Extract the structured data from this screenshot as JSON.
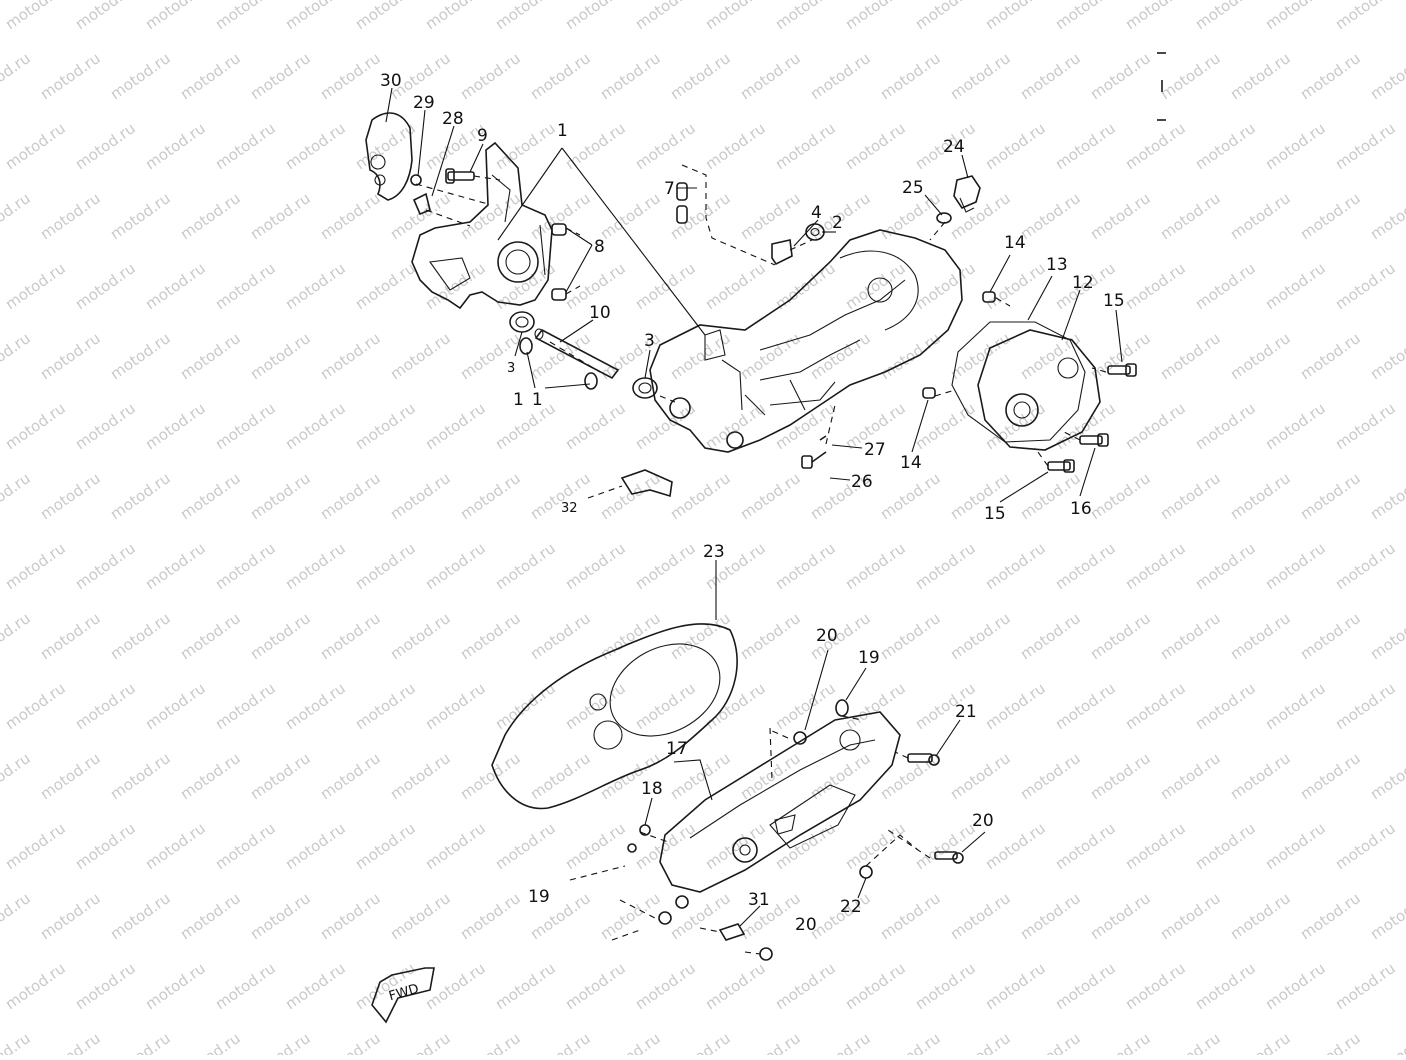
{
  "watermark_text": "motod.ru",
  "fwd_label": "FWD",
  "callouts": [
    {
      "id": "c30",
      "text": "30"
    },
    {
      "id": "c29",
      "text": "29"
    },
    {
      "id": "c28",
      "text": "28"
    },
    {
      "id": "c9",
      "text": "9"
    },
    {
      "id": "c1",
      "text": "1"
    },
    {
      "id": "c7",
      "text": "7"
    },
    {
      "id": "c4",
      "text": "4"
    },
    {
      "id": "c2",
      "text": "2"
    },
    {
      "id": "c24",
      "text": "24"
    },
    {
      "id": "c25",
      "text": "25"
    },
    {
      "id": "c8",
      "text": "8"
    },
    {
      "id": "c10",
      "text": "10"
    },
    {
      "id": "c3a",
      "text": "3"
    },
    {
      "id": "c3b",
      "text": "3"
    },
    {
      "id": "c11",
      "text": "11"
    },
    {
      "id": "c14a",
      "text": "14"
    },
    {
      "id": "c13",
      "text": "13"
    },
    {
      "id": "c12",
      "text": "12"
    },
    {
      "id": "c15a",
      "text": "15"
    },
    {
      "id": "c14b",
      "text": "14"
    },
    {
      "id": "c27",
      "text": "27"
    },
    {
      "id": "c26",
      "text": "26"
    },
    {
      "id": "c32",
      "text": "32"
    },
    {
      "id": "c15b",
      "text": "15"
    },
    {
      "id": "c16",
      "text": "16"
    },
    {
      "id": "c23",
      "text": "23"
    },
    {
      "id": "c20a",
      "text": "20"
    },
    {
      "id": "c19a",
      "text": "19"
    },
    {
      "id": "c21",
      "text": "21"
    },
    {
      "id": "c17",
      "text": "17"
    },
    {
      "id": "c18",
      "text": "18"
    },
    {
      "id": "c20b",
      "text": "20"
    },
    {
      "id": "c19b",
      "text": "19"
    },
    {
      "id": "c22",
      "text": "22"
    },
    {
      "id": "c31",
      "text": "31"
    },
    {
      "id": "c20c",
      "text": "20"
    }
  ]
}
